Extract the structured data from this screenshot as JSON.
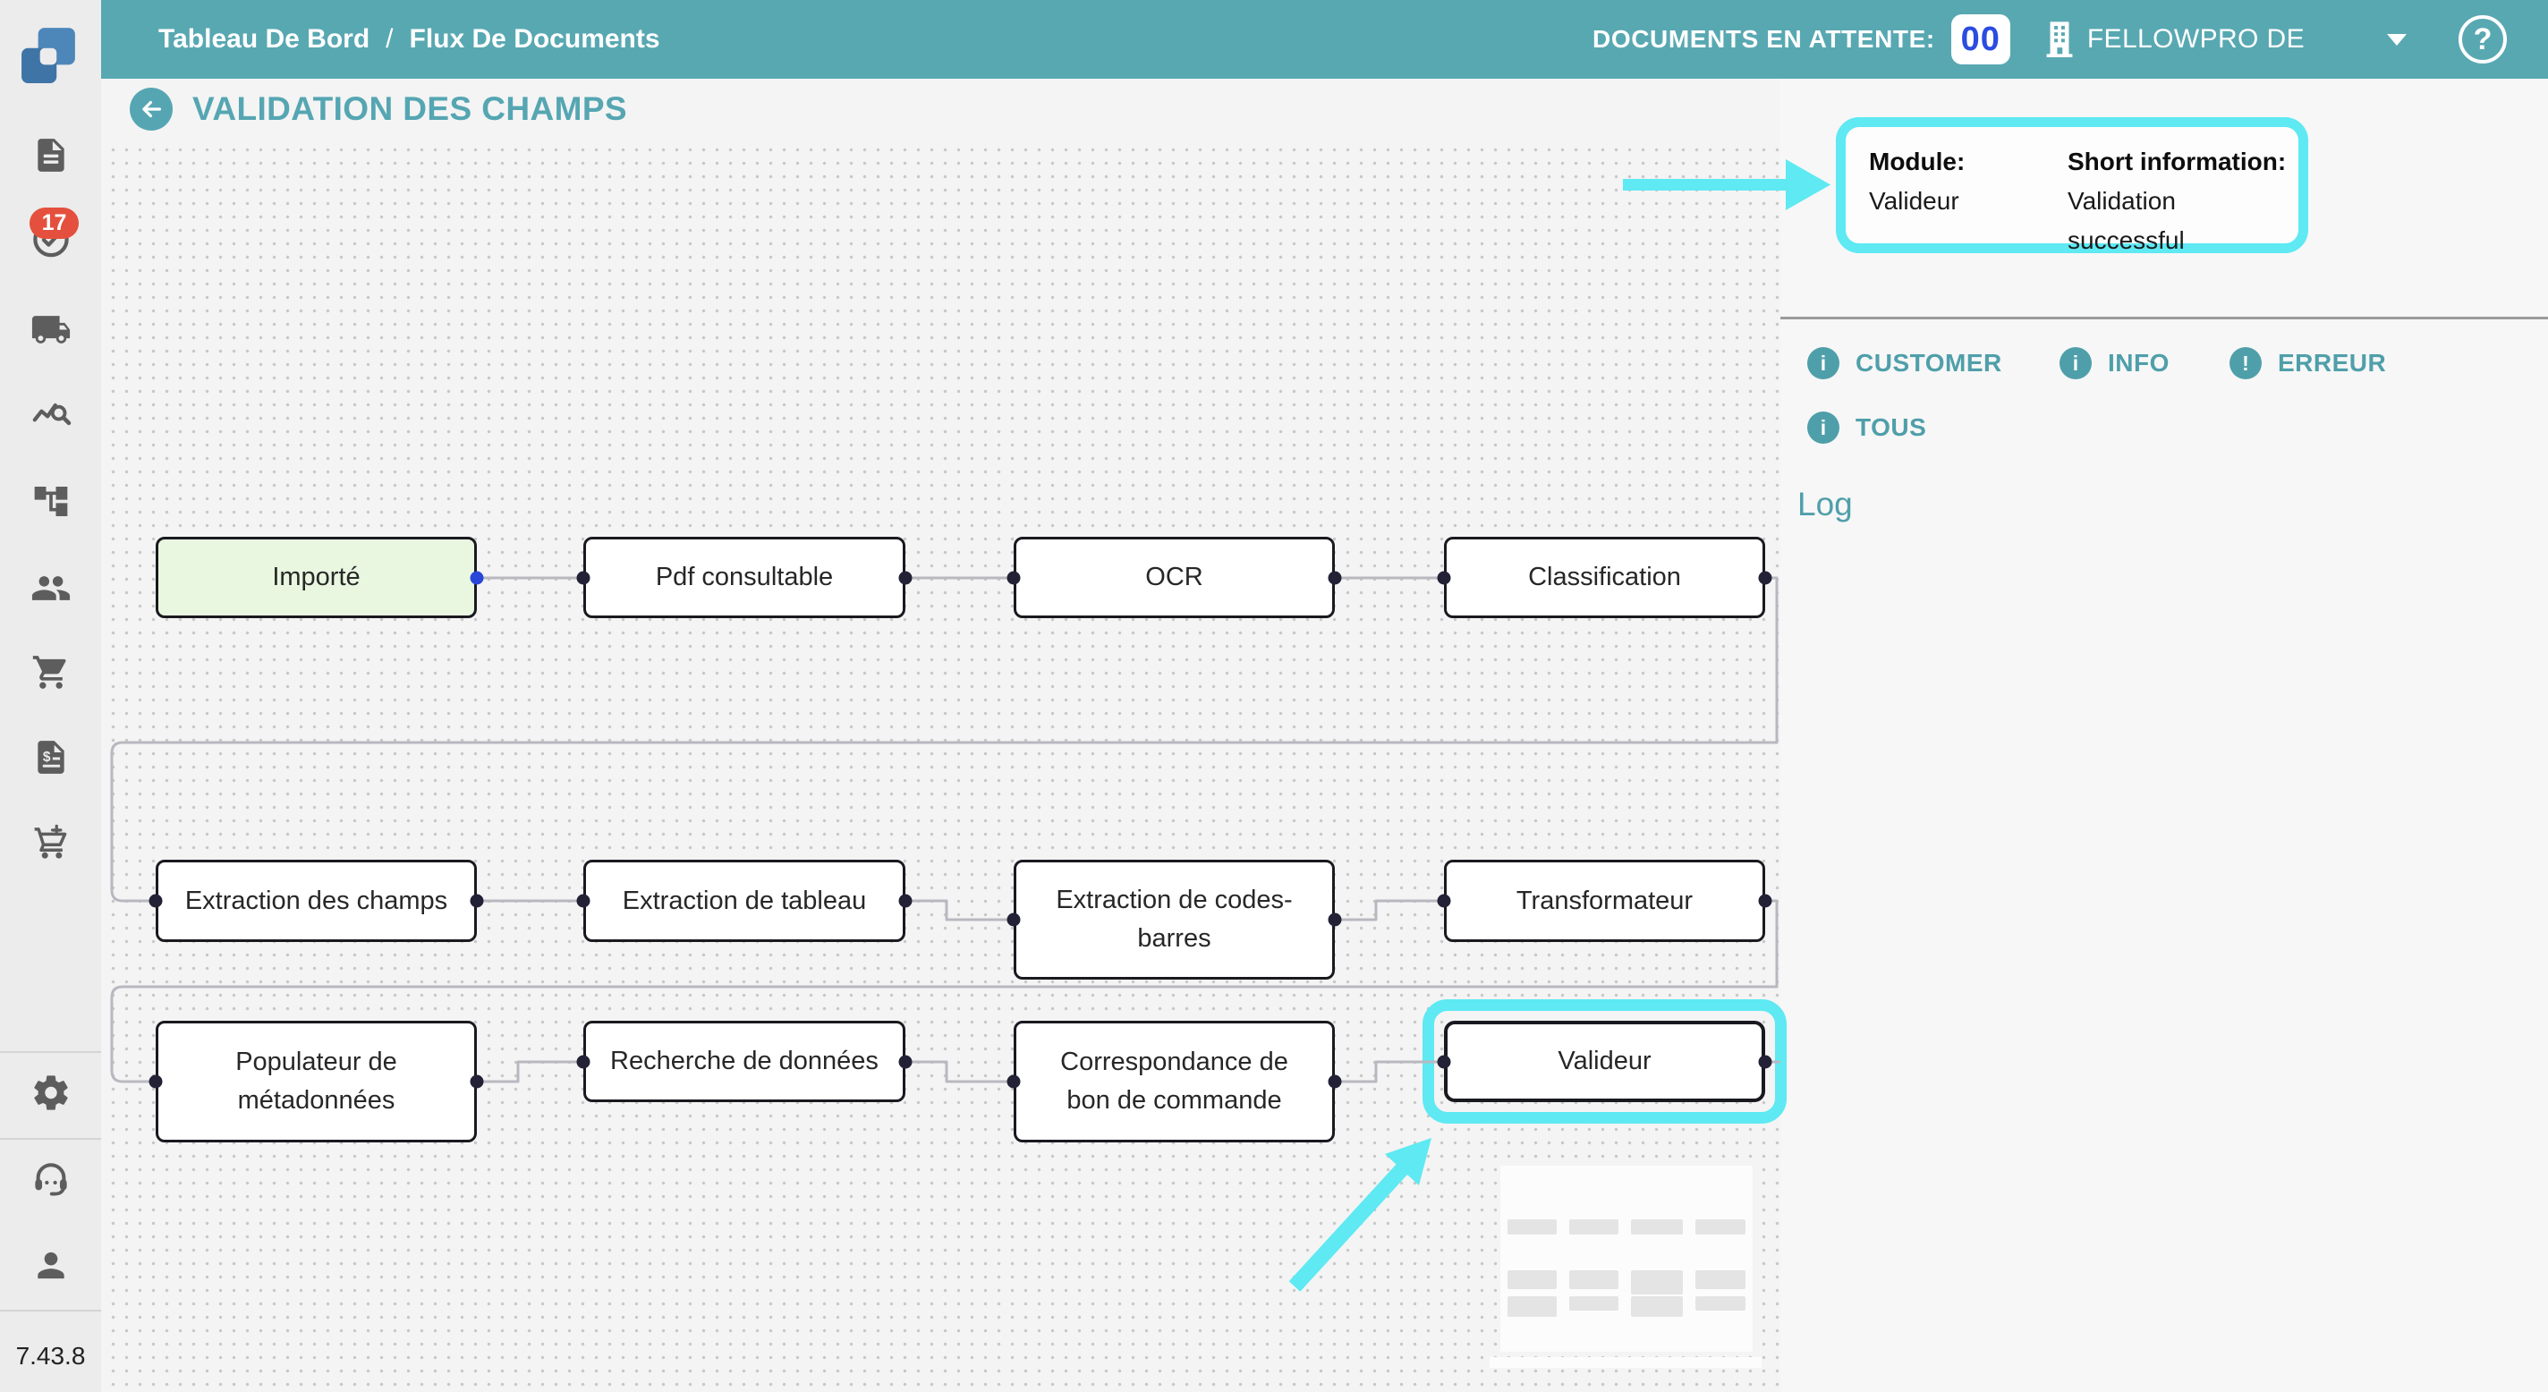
{
  "header": {
    "breadcrumb": [
      "Tableau De Bord",
      "Flux De Documents"
    ],
    "breadcrumb_separator": "/",
    "pending_label": "DOCUMENTS EN ATTENTE:",
    "pending_count": "00",
    "company": "FELLOWPRO DE",
    "help_glyph": "?"
  },
  "sidebar": {
    "badge_count": "17",
    "version": "7.43.8",
    "icons": [
      "document",
      "tasks-check",
      "delivery-truck",
      "analytics-search",
      "workflow-tree",
      "users",
      "shopping-cart",
      "invoice",
      "cart-add",
      "settings-gear",
      "support-headset",
      "user-profile"
    ]
  },
  "page": {
    "title": "VALIDATION DES CHAMPS"
  },
  "flow": {
    "nodes": [
      {
        "label": "Importé",
        "state": "start"
      },
      {
        "label": "Pdf consultable",
        "state": "normal"
      },
      {
        "label": "OCR",
        "state": "normal"
      },
      {
        "label": "Classification",
        "state": "normal"
      },
      {
        "label": "Extraction des champs",
        "state": "normal"
      },
      {
        "label": "Extraction de tableau",
        "state": "normal"
      },
      {
        "label": "Extraction de codes-barres",
        "state": "normal"
      },
      {
        "label": "Transformateur",
        "state": "normal"
      },
      {
        "label": "Populateur de métadonnées",
        "state": "normal"
      },
      {
        "label": "Recherche de données",
        "state": "normal"
      },
      {
        "label": "Correspondance de bon de commande",
        "state": "normal"
      },
      {
        "label": "Valideur",
        "state": "highlighted"
      }
    ]
  },
  "inspector": {
    "module_label": "Module:",
    "module_value": "Valideur",
    "short_info_label": "Short information:",
    "short_info_value": "Validation successful",
    "filters": [
      {
        "label": "CUSTOMER",
        "glyph": "i",
        "icon": "info"
      },
      {
        "label": "INFO",
        "glyph": "i",
        "icon": "info"
      },
      {
        "label": "ERREUR",
        "glyph": "!",
        "icon": "error"
      },
      {
        "label": "TOUS",
        "glyph": "i",
        "icon": "info"
      }
    ],
    "log_title": "Log"
  },
  "colors": {
    "header_teal": "#58a8b2",
    "accent_teal": "#4f9faa",
    "highlight_cyan": "#5ee9f3",
    "node_start_green": "#e9f7e0",
    "port_blue": "#2946d9",
    "port_dark": "#232136",
    "connector_gray": "#b8b8c0",
    "badge_red": "#e4503d",
    "count_blue": "#2b4ce0"
  }
}
